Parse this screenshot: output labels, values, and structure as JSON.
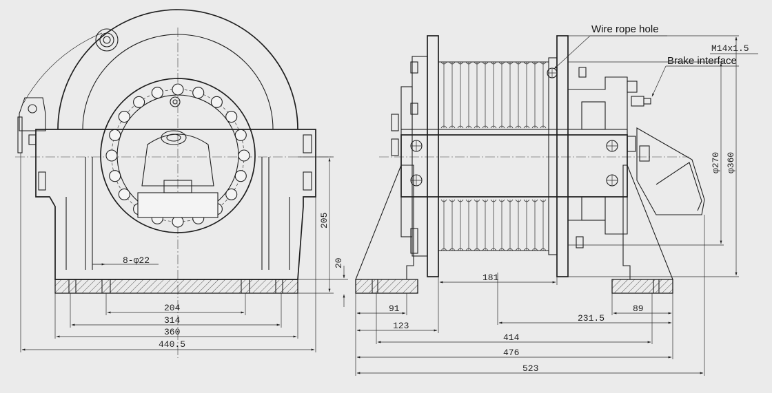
{
  "annotations": {
    "wire_rope_hole": "Wire rope hole",
    "brake_interface": "Brake interface",
    "thread": "M14x1.5",
    "holes": "8-φ22"
  },
  "dimensions": {
    "front": {
      "d204": "204",
      "d314": "314",
      "d360": "360",
      "d440_5": "440.5",
      "d205": "205",
      "d20": "20"
    },
    "side": {
      "d181": "181",
      "d91": "91",
      "d89": "89",
      "d123": "123",
      "d231_5": "231.5",
      "d414": "414",
      "d476": "476",
      "d523": "523",
      "dia270": "φ270",
      "dia360": "φ360"
    }
  }
}
